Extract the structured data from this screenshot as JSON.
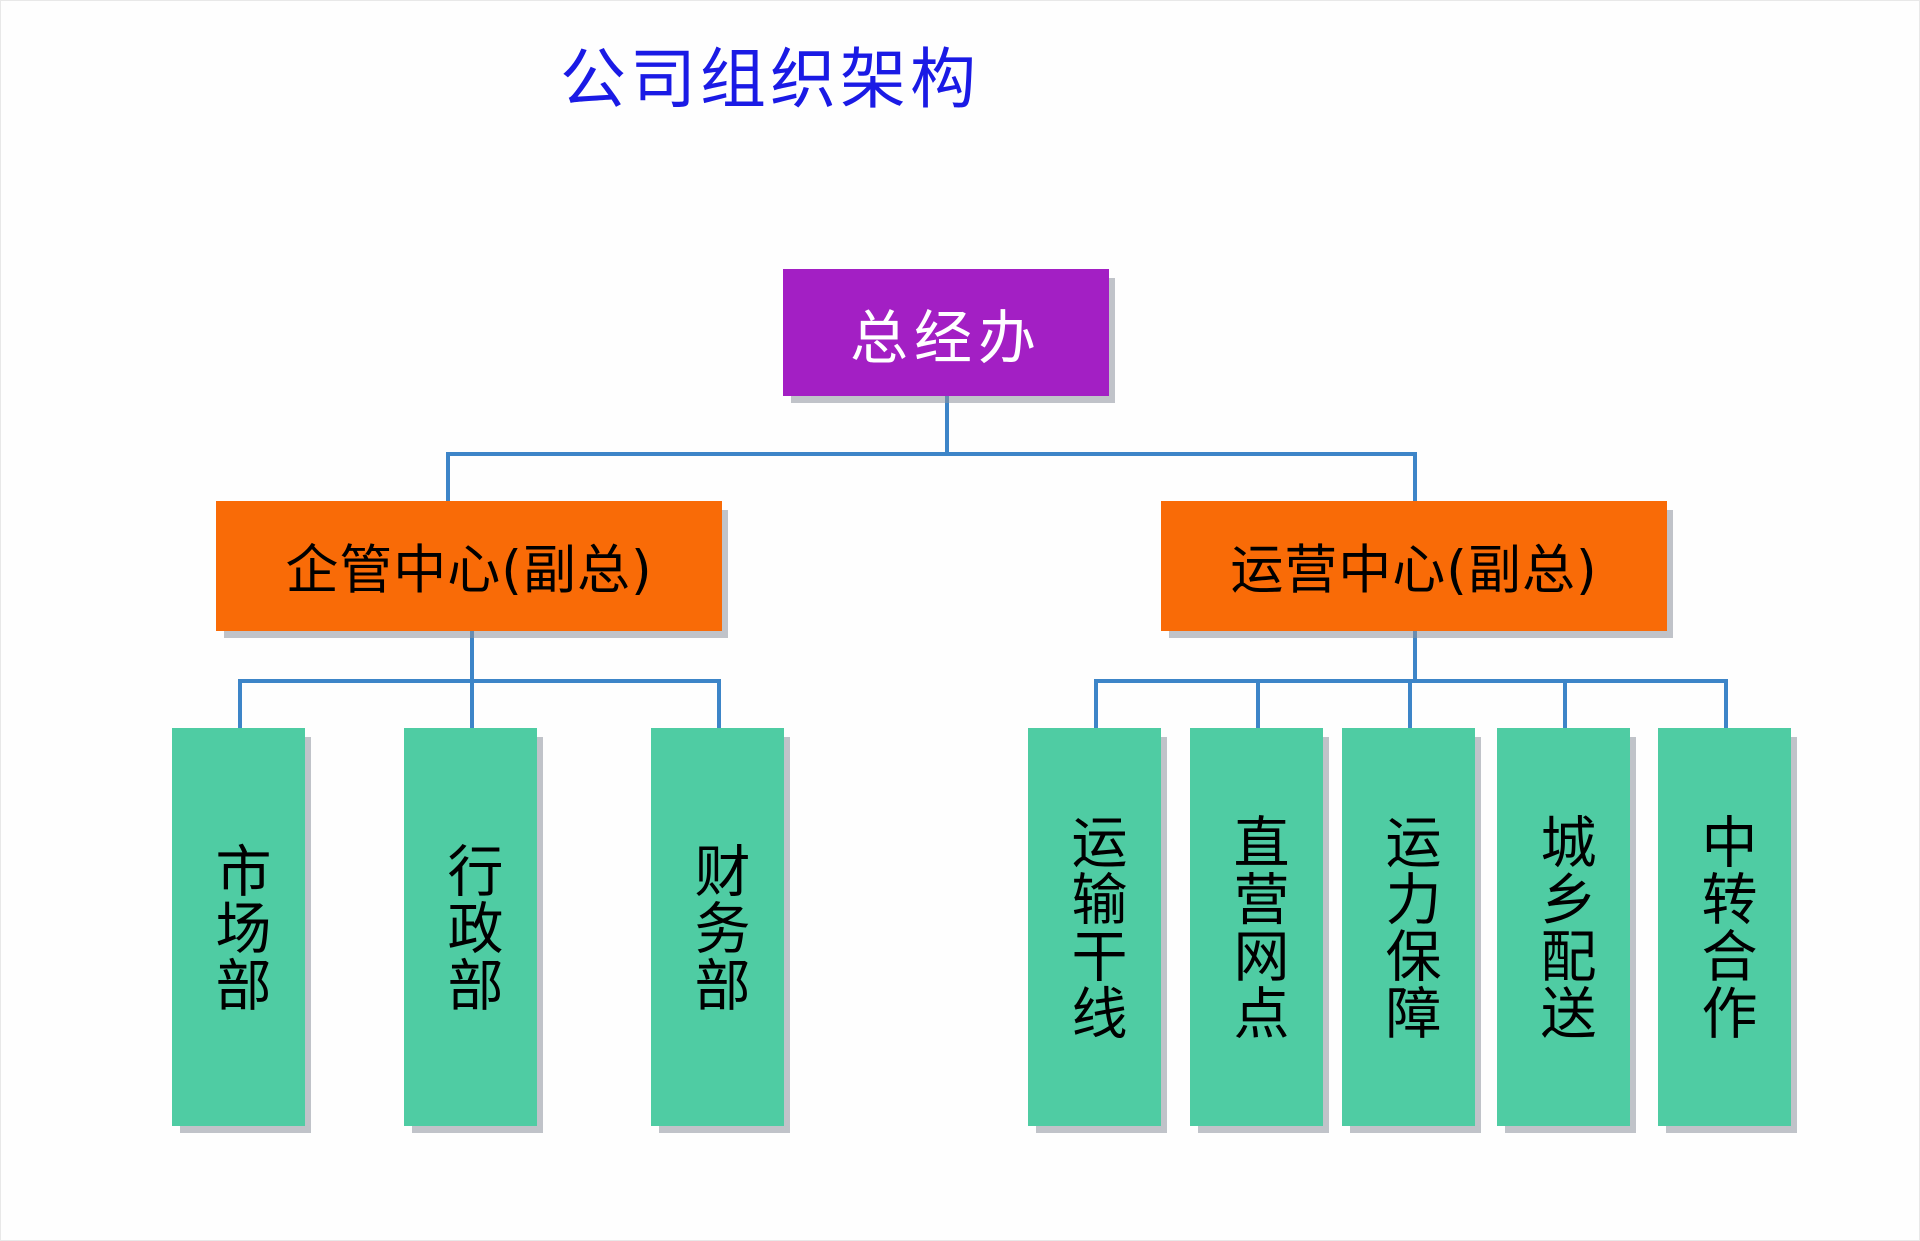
{
  "title": "公司组织架构",
  "colors": {
    "title_text": "#1A1AE5",
    "top_node_fill": "#A31FC4",
    "top_node_text": "#FFFFFF",
    "mid_node_fill": "#F96B07",
    "mid_node_text": "#000000",
    "leaf_node_fill": "#4FCCA3",
    "leaf_node_text": "#000000",
    "connector": "#3D85C8",
    "background": "#FFFFFF"
  },
  "org": {
    "root": {
      "label": "总经办"
    },
    "divisions": [
      {
        "label": "企管中心(副总)",
        "departments": [
          {
            "label": "市场部"
          },
          {
            "label": "行政部"
          },
          {
            "label": "财务部"
          }
        ]
      },
      {
        "label": "运营中心(副总)",
        "departments": [
          {
            "label": "运输干线"
          },
          {
            "label": "直营网点"
          },
          {
            "label": "运力保障"
          },
          {
            "label": "城乡配送"
          },
          {
            "label": "中转合作"
          }
        ]
      }
    ]
  }
}
